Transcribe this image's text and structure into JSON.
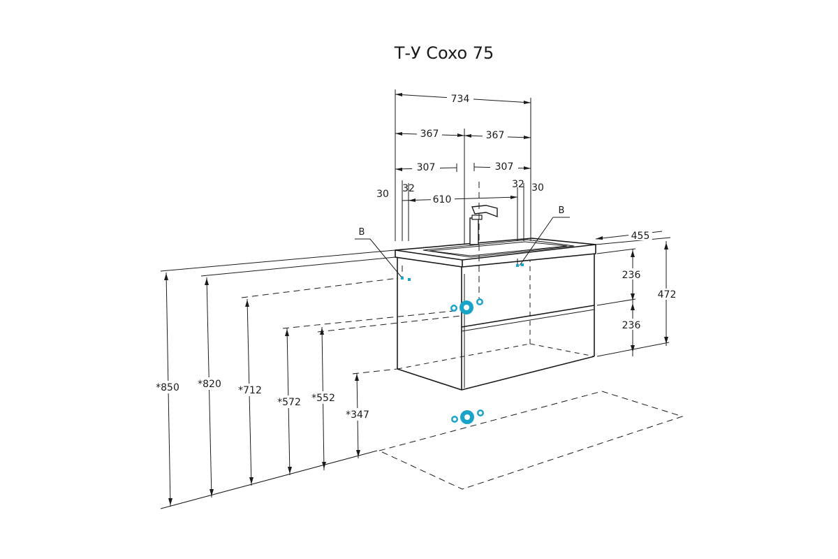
{
  "title": "Т-У Coxo 75",
  "dimensions": {
    "total_width": "734",
    "half_left": "367",
    "half_right": "367",
    "offset_left": "307",
    "offset_right": "307",
    "inner_width": "610",
    "edge_left_30": "30",
    "edge_left_32": "32",
    "edge_right_32": "32",
    "edge_right_30": "30",
    "depth": "455",
    "total_height": "472",
    "drawer_upper": "236",
    "drawer_lower": "236",
    "h_850": "*850",
    "h_820": "*820",
    "h_712": "*712",
    "h_572": "*572",
    "h_552": "*552",
    "h_347": "*347"
  },
  "labels": {
    "water_left": "B",
    "water_right": "B"
  },
  "colors": {
    "line": "#1a1a1a",
    "connection": "#1aa3c8"
  }
}
